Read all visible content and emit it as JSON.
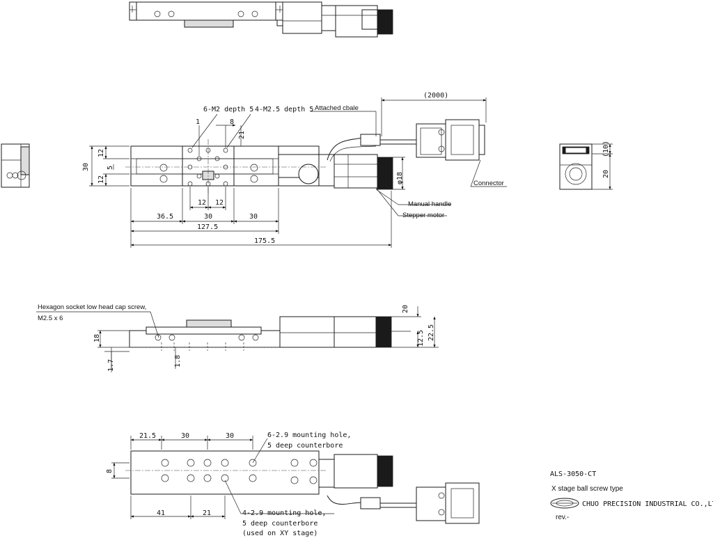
{
  "dims": {
    "d365": "36.5",
    "d30": "30",
    "d12": "12",
    "d1275": "127.5",
    "d1755": "175.5",
    "d2000": "(2000)",
    "d1": "1",
    "d8": "8",
    "d21": "21",
    "d5": "5",
    "phi18": "φ18",
    "d10": "(10)",
    "d20": "20",
    "d18": "18",
    "d17": "1.7",
    "d18b": "1.8",
    "d125": "12.5",
    "d225": "22.5",
    "d215": "21.5",
    "d41": "41"
  },
  "labels": {
    "m2": "6-M2 depth 5",
    "m25": "4-M2.5 depth 5",
    "cable": "Attached cbale",
    "connector": "Connector",
    "handle": "Manual handle",
    "motor": "Stepper motor",
    "screw1": "Hexagon socket low head cap screw,",
    "screw2": "M2.5 x 6",
    "holes6a": "6-2.9 mounting hole,",
    "holes6b": "5 deep counterbore",
    "holes4a": "4-2.9 mounting hole,",
    "holes4b": "5 deep counterbore",
    "holes4c": "(used on XY stage)"
  },
  "title": {
    "model": "ALS-3050-CT",
    "description": "X stage ball screw type",
    "company": "CHUO PRECISION INDUSTRIAL CO.,LTD.",
    "rev": "rev.-"
  }
}
